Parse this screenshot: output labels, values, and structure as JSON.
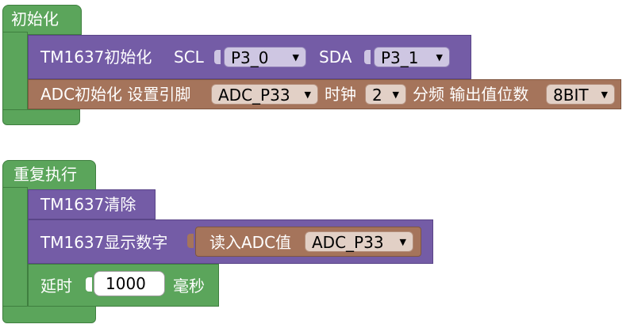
{
  "init": {
    "hat_label": "初始化",
    "tm1637": {
      "label": "TM1637初始化",
      "scl_label": "SCL",
      "scl_value": "P3_0",
      "sda_label": "SDA",
      "sda_value": "P3_1"
    },
    "adc": {
      "label": "ADC初始化 设置引脚",
      "pin_value": "ADC_P33",
      "clock_label": "时钟",
      "clock_value": "2",
      "divide_label": "分频 输出值位数",
      "bits_value": "8BIT"
    }
  },
  "loop": {
    "hat_label": "重复执行",
    "clear_label": "TM1637清除",
    "display": {
      "label": "TM1637显示数字",
      "read_label": "读入ADC值",
      "read_pin": "ADC_P33"
    },
    "delay": {
      "label": "延时",
      "value": "1000",
      "unit": "毫秒"
    }
  },
  "colors": {
    "control_green": "#5ba55b",
    "tm1637_purple": "#745ca6",
    "adc_brown": "#a5745b"
  }
}
